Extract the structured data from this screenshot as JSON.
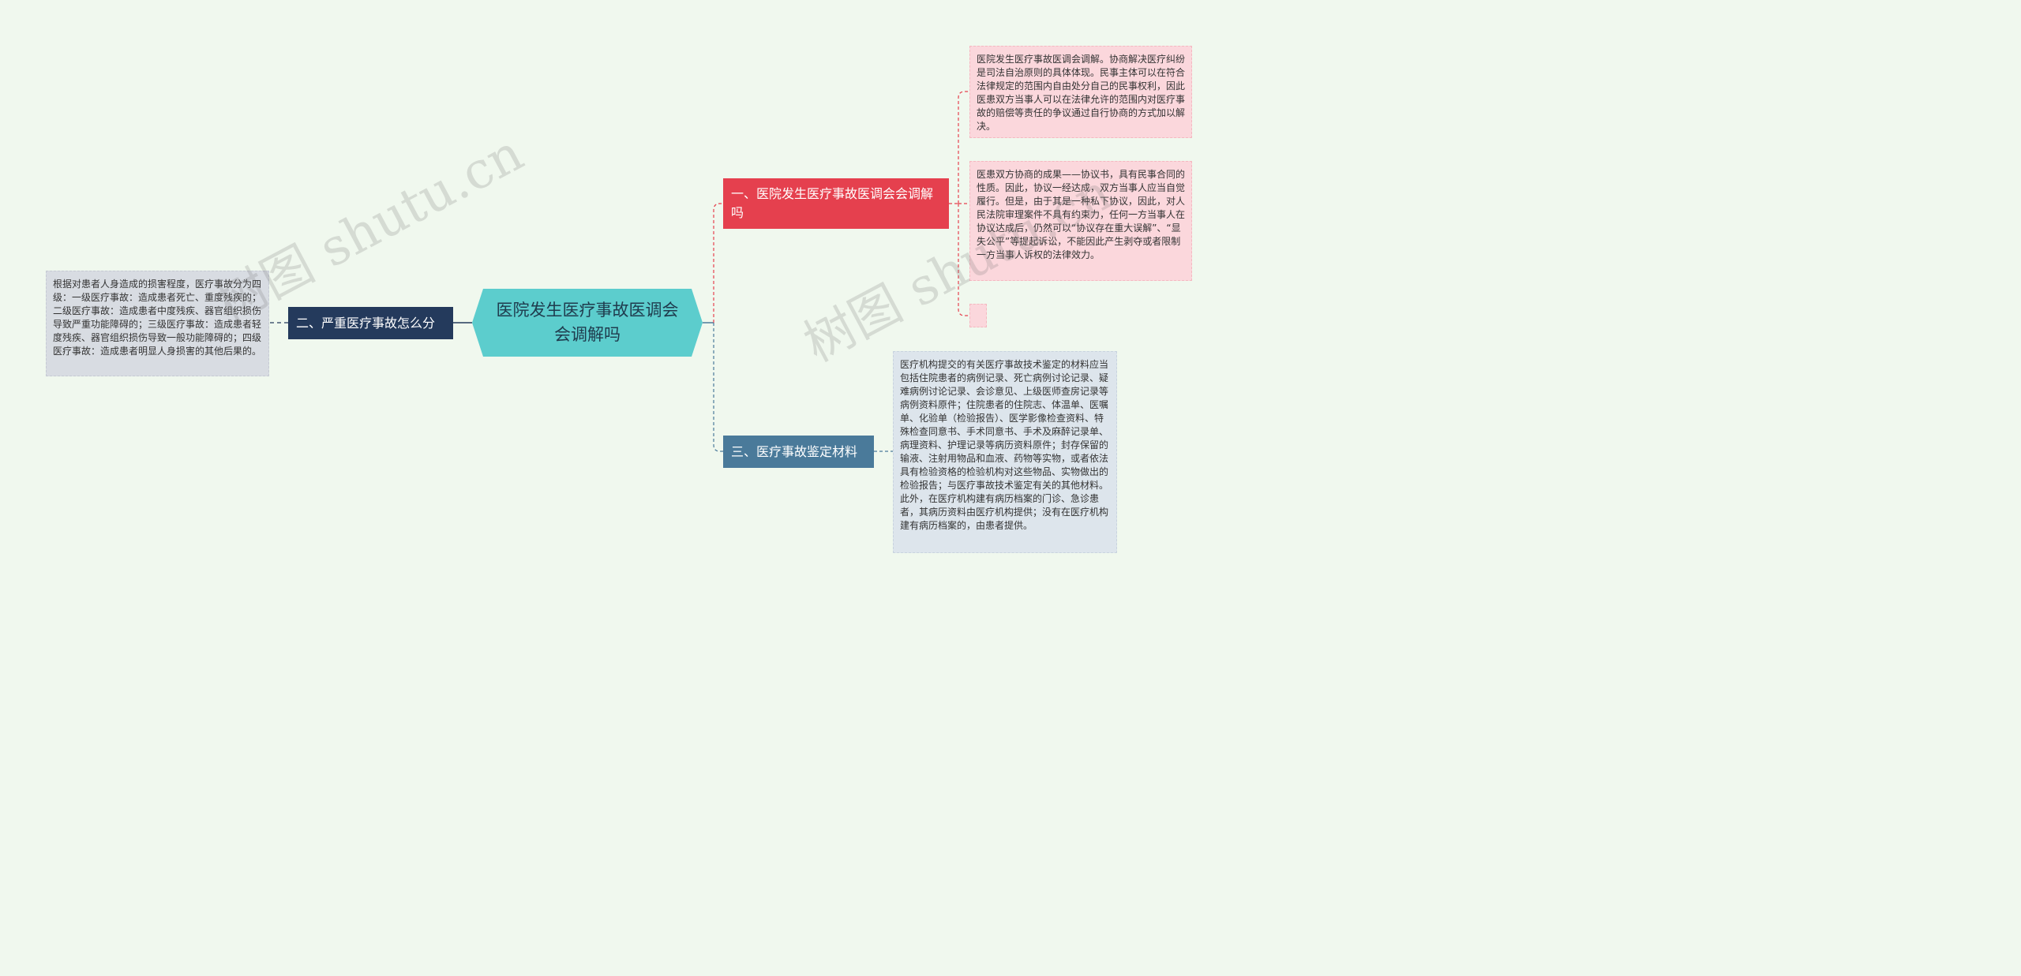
{
  "central": {
    "title": "医院发生医疗事故医调会会调解吗"
  },
  "branches": [
    {
      "label": "一、医院发生医疗事故医调会会调解吗",
      "color": "#e5404e",
      "leaves": [
        {
          "text": "医院发生医疗事故医调会调解。协商解决医疗纠纷是司法自治原则的具体体现。民事主体可以在符合法律规定的范围内自由处分自己的民事权利，因此医患双方当事人可以在法律允许的范围内对医疗事故的赔偿等责任的争议通过自行协商的方式加以解决。"
        },
        {
          "text": "医患双方协商的成果——协议书，具有民事合同的性质。因此，协议一经达成，双方当事人应当自觉履行。但是，由于其是一种私下协议，因此，对人民法院审理案件不具有约束力，任何一方当事人在协议达成后，仍然可以“协议存在重大误解”、“显失公平”等提起诉讼，不能因此产生剥夺或者限制一方当事人诉权的法律效力。"
        },
        {
          "text": ""
        }
      ]
    },
    {
      "label": "二、严重医疗事故怎么分",
      "color": "#243a5c",
      "leaves": [
        {
          "text": "根据对患者人身造成的损害程度，医疗事故分为四级：一级医疗事故：造成患者死亡、重度残疾的；二级医疗事故：造成患者中度残疾、器官组织损伤导致严重功能障碍的；三级医疗事故：造成患者轻度残疾、器官组织损伤导致一般功能障碍的；四级医疗事故：造成患者明显人身损害的其他后果的。"
        }
      ]
    },
    {
      "label": "三、医疗事故鉴定材料",
      "color": "#4a7a9a",
      "leaves": [
        {
          "text": "医疗机构提交的有关医疗事故技术鉴定的材料应当包括住院患者的病例记录、死亡病例讨论记录、疑难病例讨论记录、会诊意见、上级医师查房记录等病例资料原件；住院患者的住院志、体温单、医嘱单、化验单（检验报告）、医学影像检查资料、特殊检查同意书、手术同意书、手术及麻醉记录单、病理资料、护理记录等病历资料原件；封存保留的输液、注射用物品和血液、药物等实物，或者依法具有检验资格的检验机构对这些物品、实物做出的检验报告；与医疗事故技术鉴定有关的其他材料。此外，在医疗机构建有病历档案的门诊、急诊患者，其病历资料由医疗机构提供；没有在医疗机构建有病历档案的，由患者提供。"
        }
      ]
    }
  ],
  "watermarks": [
    "树图 shutu.cn",
    "树图 shutu.cn"
  ]
}
